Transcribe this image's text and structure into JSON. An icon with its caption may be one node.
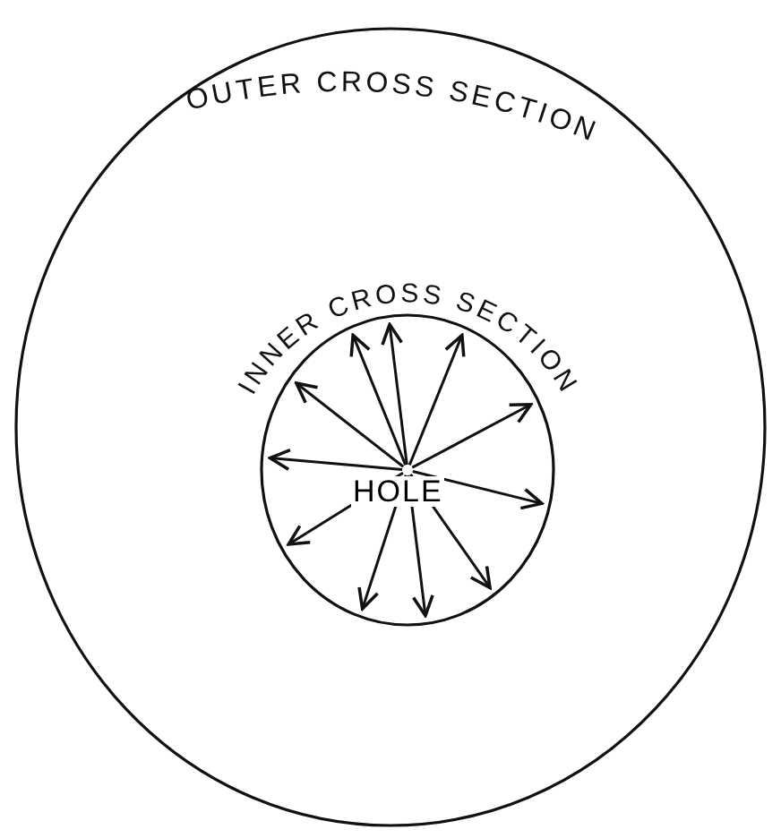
{
  "diagram": {
    "nodes": [
      {
        "text": [
          "OUTER CROSS SECTION"
        ]
      },
      {
        "text": [
          "INNER CROSS SECTION"
        ],
        "in": 0
      }
    ],
    "labels": [
      "HOLE"
    ]
  }
}
